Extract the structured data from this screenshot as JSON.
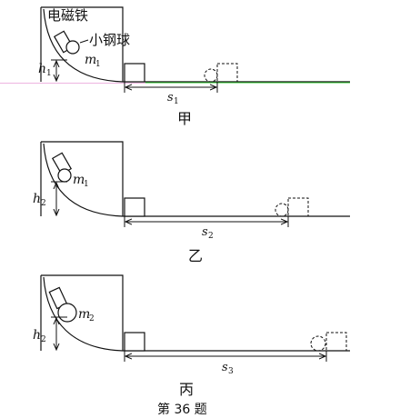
{
  "panels": [
    {
      "caption": "甲",
      "electromagnet_label": "电磁铁",
      "ball_label": "小钢球",
      "mass_label": "m",
      "mass_sub": "1",
      "height_label": "h",
      "height_sub": "1",
      "distance_label": "s",
      "distance_sub": "1"
    },
    {
      "caption": "乙",
      "mass_label": "m",
      "mass_sub": "1",
      "height_label": "h",
      "height_sub": "2",
      "distance_label": "s",
      "distance_sub": "2"
    },
    {
      "caption": "丙",
      "mass_label": "m",
      "mass_sub": "2",
      "height_label": "h",
      "height_sub": "2",
      "distance_label": "s",
      "distance_sub": "3"
    }
  ],
  "figure_caption": "第 36 题",
  "colors": {
    "ink": "#111111",
    "floor_highlight": "#33cc33",
    "floor_pink": "#e79bd6"
  }
}
